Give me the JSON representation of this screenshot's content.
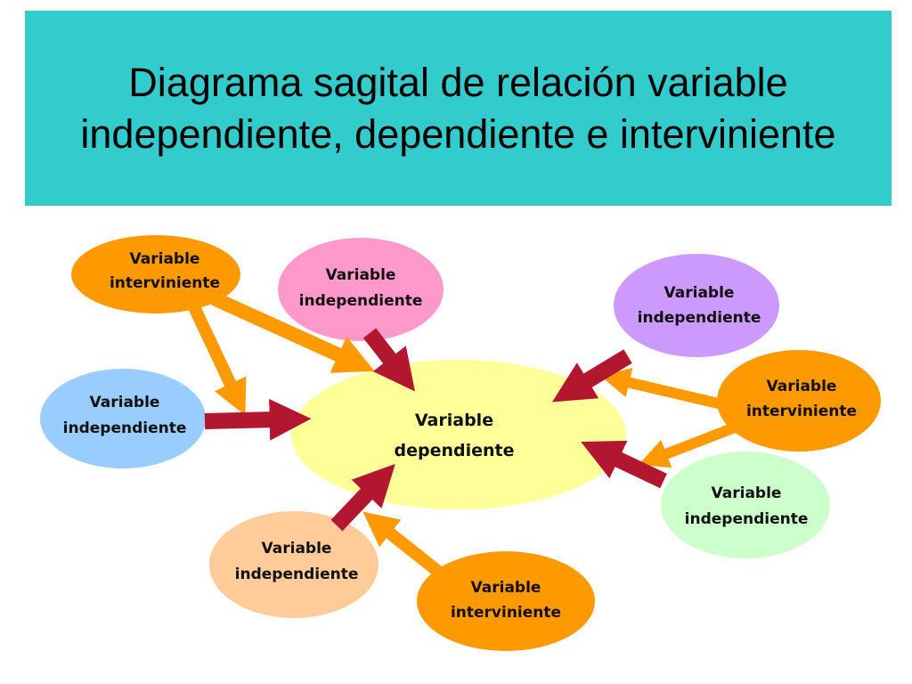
{
  "title": "Diagrama sagital de relación variable independiente, dependiente e interviniente",
  "colors": {
    "title_bg": "#33cccc",
    "orange": "#ff9900",
    "pink": "#ff99cc",
    "blue": "#99ccff",
    "purple": "#cc99ff",
    "green": "#ccffcc",
    "peach": "#ffcc99",
    "yellow": "#ffff99",
    "dark_red_arrow": "#b3162f",
    "orange_arrow": "#ff9900"
  },
  "central": {
    "line1": "Variable",
    "line2": "dependiente"
  },
  "nodes": {
    "interviniente_top_left": {
      "line1": "Variable",
      "line2": "interviniente"
    },
    "independiente_pink": {
      "line1": "Variable",
      "line2": "independiente"
    },
    "independiente_blue": {
      "line1": "Variable",
      "line2": "independiente"
    },
    "independiente_purple": {
      "line1": "Variable",
      "line2": "independiente"
    },
    "interviniente_right": {
      "line1": "Variable",
      "line2": "interviniente"
    },
    "independiente_green": {
      "line1": "Variable",
      "line2": "independiente"
    },
    "independiente_peach": {
      "line1": "Variable",
      "line2": "independiente"
    },
    "interviniente_bottom": {
      "line1": "Variable",
      "line2": "interviniente"
    }
  }
}
